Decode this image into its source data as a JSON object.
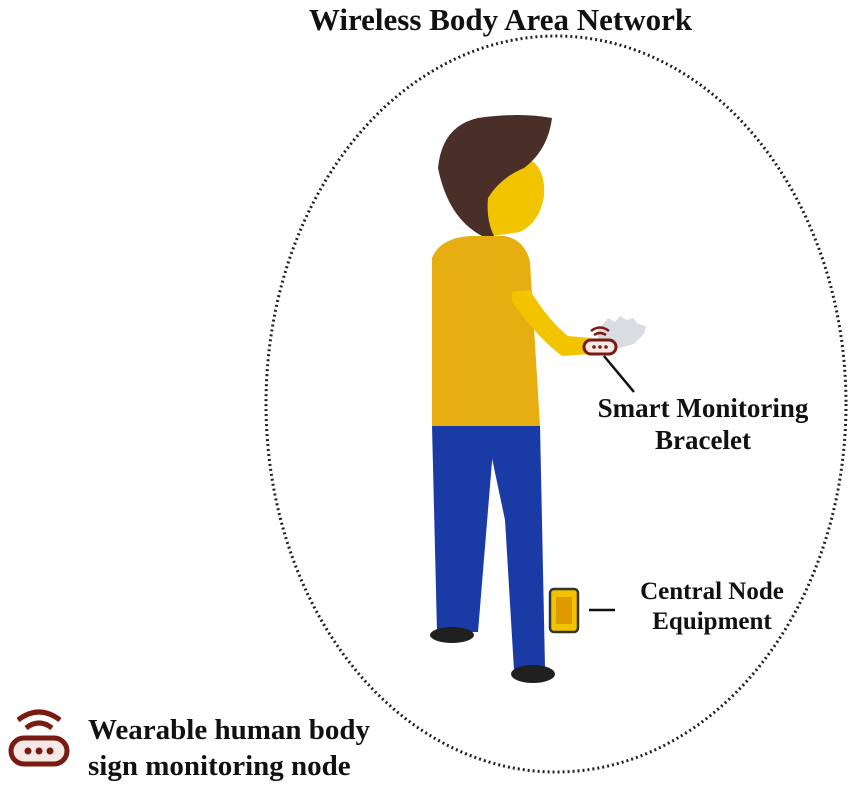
{
  "diagram": {
    "title": "Wireless Body Area Network",
    "labels": {
      "bracelet_line1": "Smart Monitoring",
      "bracelet_line2": "Bracelet",
      "central_line1": "Central Node",
      "central_line2": "Equipment",
      "legend_line1": "Wearable human body",
      "legend_line2": "sign monitoring node"
    },
    "colors": {
      "boundary": "#222222",
      "hair": "#4a2e28",
      "skin": "#f2c400",
      "shirt": "#e7ae11",
      "pants": "#1a3aa6",
      "shoes": "#202020",
      "node": "#7a1b12",
      "hand": "#d9dde2"
    },
    "icons": {
      "bracelet": "wearable-node-icon",
      "phone": "phone-icon",
      "legend": "wearable-node-icon"
    }
  }
}
